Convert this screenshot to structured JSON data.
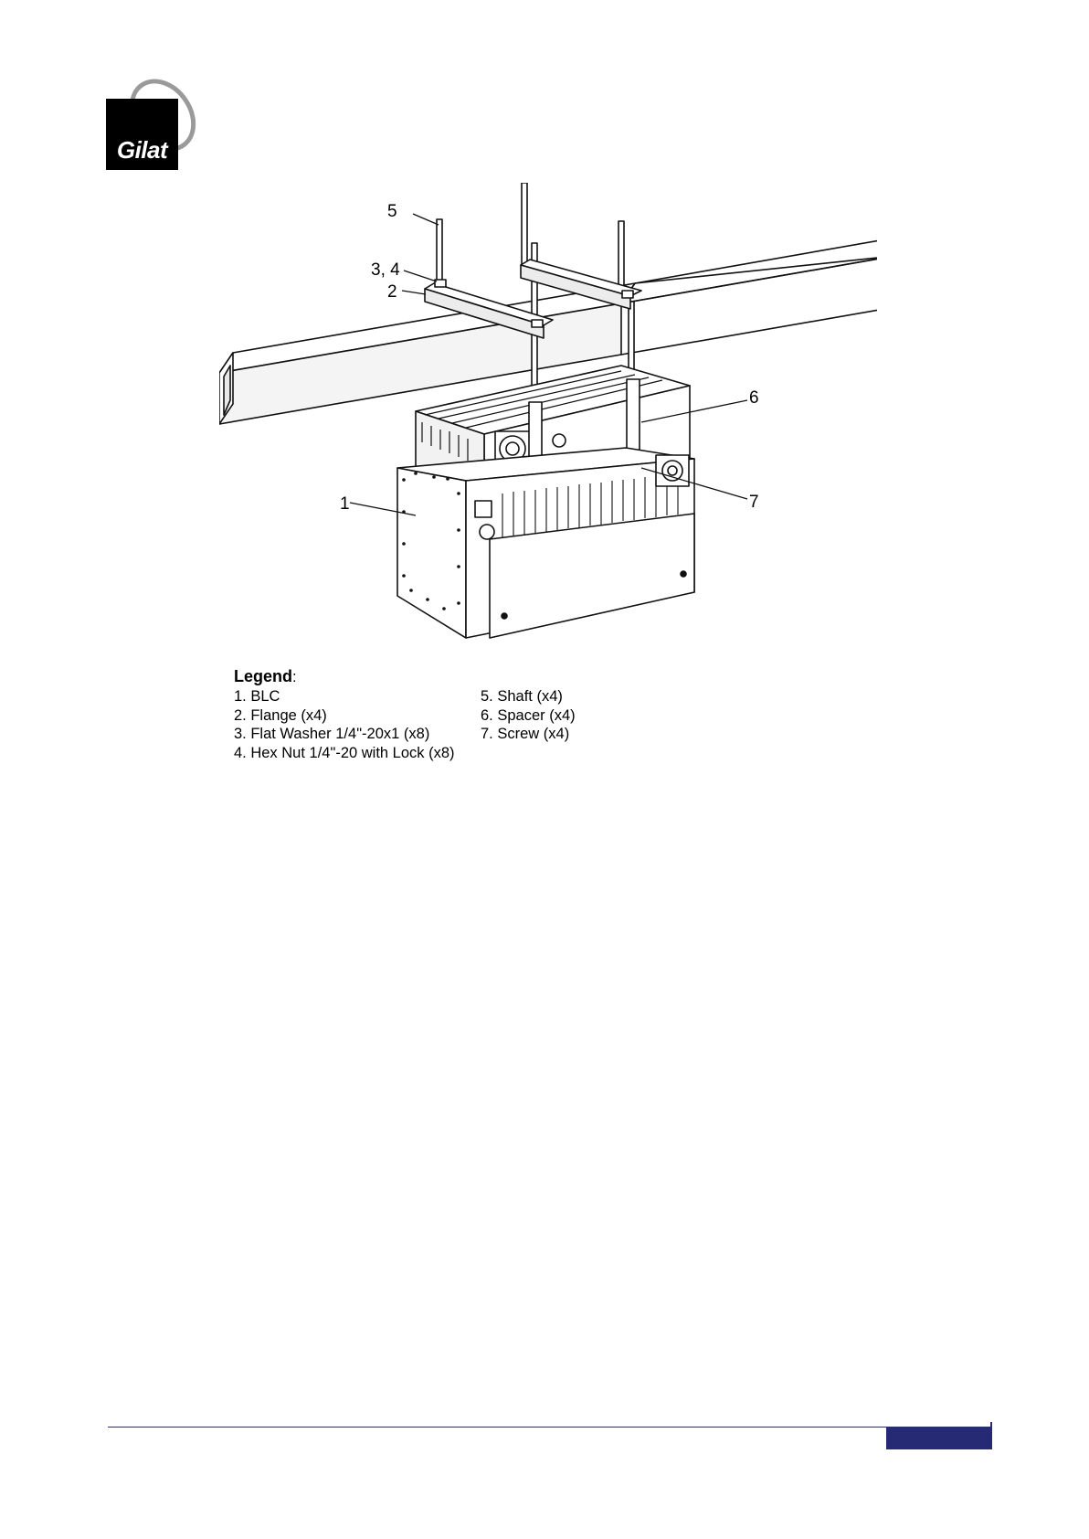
{
  "header": {
    "logo_text": "Gilat"
  },
  "figure": {
    "callouts": [
      {
        "id": "c5",
        "label": "5"
      },
      {
        "id": "c34",
        "label": "3, 4"
      },
      {
        "id": "c2",
        "label": "2"
      },
      {
        "id": "c6",
        "label": "6"
      },
      {
        "id": "c1",
        "label": "1"
      },
      {
        "id": "c7",
        "label": "7"
      }
    ]
  },
  "legend": {
    "title": "Legend",
    "colon": ":",
    "col_a": [
      "1. BLC",
      "2. Flange (x4)",
      "3. Flat Washer 1/4\"-20x1 (x8)",
      "4. Hex Nut 1/4\"-20 with Lock (x8)"
    ],
    "col_b": [
      "5. Shaft (x4)",
      "6. Spacer (x4)",
      "7. Screw (x4)"
    ]
  }
}
